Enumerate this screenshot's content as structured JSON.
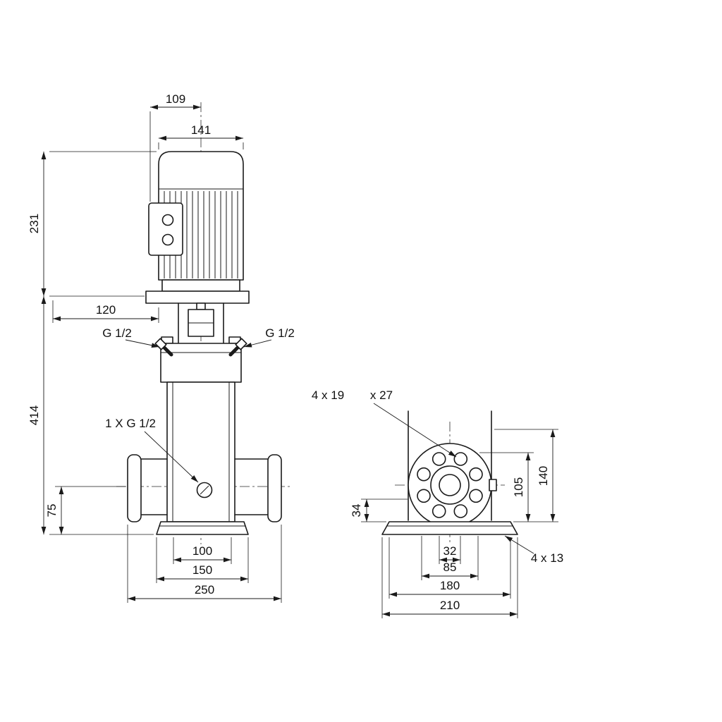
{
  "drawing": {
    "background": "#ffffff",
    "line_color": "#1a1a1a",
    "front_view": {
      "dim_109": "109",
      "dim_141": "141",
      "dim_231": "231",
      "dim_120": "120",
      "dim_414": "414",
      "dim_75": "75",
      "port_left_label": "G 1/2",
      "port_right_label": "G 1/2",
      "drain_label": "1 X G 1/2",
      "dim_100": "100",
      "dim_150": "150",
      "dim_250": "250"
    },
    "side_view": {
      "bolt_hole_note": "4 x 19",
      "bolt_counterbore_note": "x 27",
      "dim_34": "34",
      "dim_105": "105",
      "dim_140": "140",
      "dim_32": "32",
      "dim_85": "85",
      "dim_180": "180",
      "dim_210": "210",
      "base_hole_note": "4 x 13"
    }
  }
}
